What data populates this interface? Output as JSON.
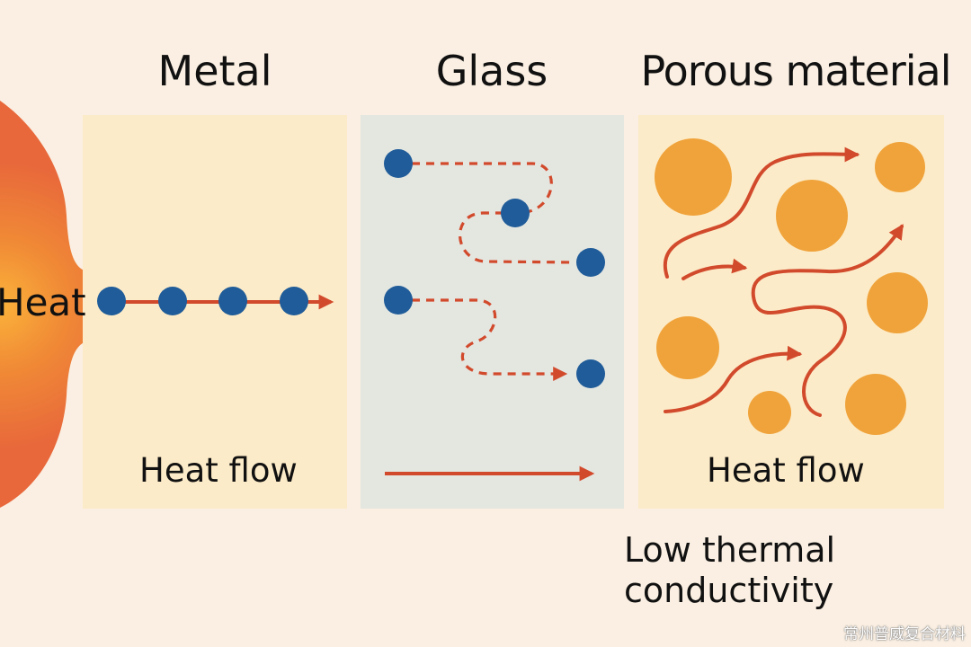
{
  "titles": {
    "metal": "Metal",
    "glass": "Glass",
    "porous": "Porous material"
  },
  "heat_source_label": "Heat",
  "metal": {
    "flow_label": "Heat flow"
  },
  "porous": {
    "flow_label": "Heat flow"
  },
  "note": {
    "line1": "Low thermal",
    "line2": "conductivity"
  },
  "watermark": "常州普威复合材料",
  "colors": {
    "background": "#faefe2",
    "panel_warm": "#fcebc8",
    "panel_glass": "#e4e6e0",
    "particle_blue": "#1f5c99",
    "arrow_red": "#d24a2c",
    "pore_orange": "#f0a33a",
    "heat_orange": "#ec6a34"
  }
}
